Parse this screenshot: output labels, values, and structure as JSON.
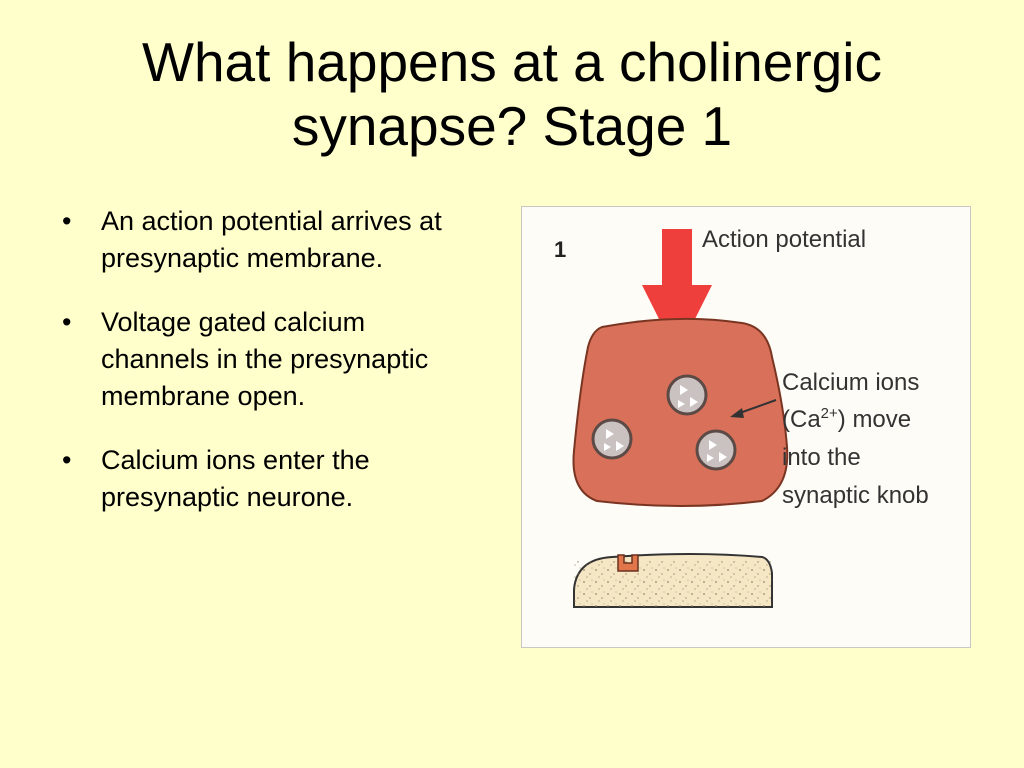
{
  "slide": {
    "title_line1": "What happens at a cholinergic",
    "title_line2": "synapse?  Stage 1",
    "bullets": [
      "An action potential arrives at presynaptic membrane.",
      "Voltage gated calcium channels in the presynaptic membrane open.",
      "Calcium ions enter the presynaptic neurone."
    ],
    "bullet_glyph": "•"
  },
  "figure": {
    "step_number": "1",
    "arrow_label": "Action potential",
    "callout_line1": "Calcium ions",
    "callout_line2_pre": "(Ca",
    "callout_line2_sup": "2+",
    "callout_line2_post": ") move",
    "callout_line3": "into the",
    "callout_line4": "synaptic knob",
    "colors": {
      "knob": "#d9705a",
      "arrow": "#ee3f3c",
      "postsynaptic": "#f6e7c4",
      "receptor": "#e0764a",
      "background": "#ffffcc"
    }
  }
}
